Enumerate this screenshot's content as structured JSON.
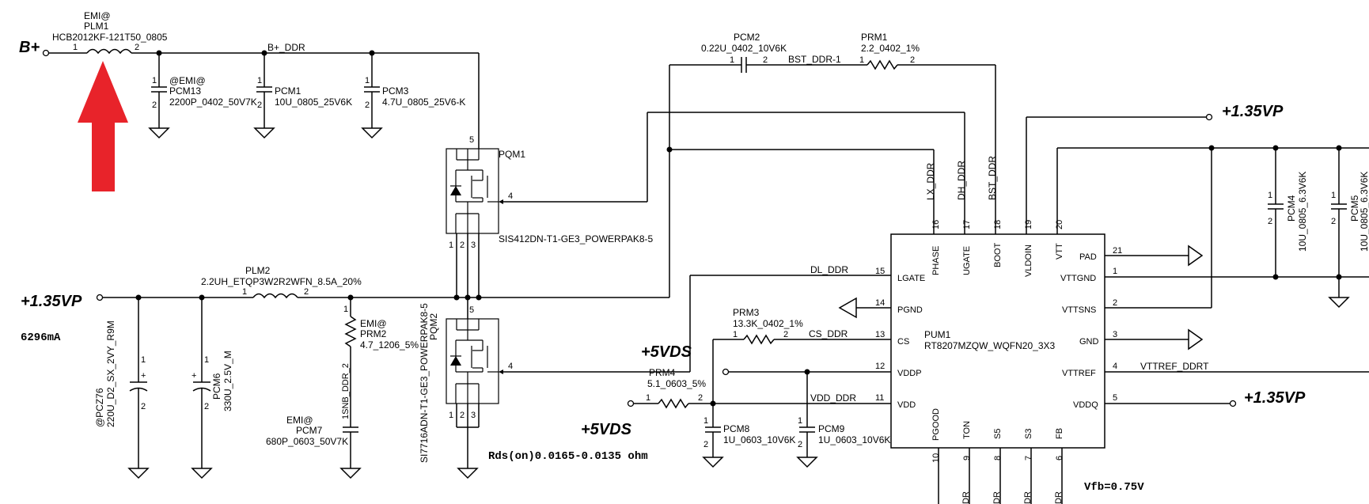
{
  "colors": {
    "wire": "#000000",
    "background": "#ffffff",
    "arrow": "#e8232a"
  },
  "power": {
    "b_plus": "B+",
    "vp_in": "+1.35VP",
    "vp_top": "+1.35VP",
    "vp_vddq": "+1.35VP",
    "vds_a": "+5VDS",
    "vds_b": "+5VDS"
  },
  "notes": {
    "current": "6296mA",
    "rds": "Rds(on)0.0165-0.0135 ohm",
    "vfb": "Vfb=0.75V"
  },
  "nets": {
    "bplus_ddr": "B+_DDR",
    "bst_ddr1": "BST_DDR-1",
    "lx_ddr": "LX_DDR",
    "dh_ddr": "DH_DDR",
    "bst_ddr": "BST_DDR",
    "dl_ddr": "DL_DDR",
    "cs_ddr": "CS_DDR",
    "vdd_ddr": "VDD_DDR",
    "vttref": "VTTREF_DDRT",
    "snb": "1SNB_DDR_2"
  },
  "parts": {
    "plm1": {
      "tag": "EMI@",
      "ref": "PLM1",
      "value": "HCB2012KF-121T50_0805",
      "p1": "1",
      "p2": "2"
    },
    "pcm13": {
      "tag": "@EMI@",
      "ref": "PCM13",
      "value": "2200P_0402_50V7K",
      "p1": "1",
      "p2": "2"
    },
    "pcm1": {
      "ref": "PCM1",
      "value": "10U_0805_25V6K",
      "p1": "1",
      "p2": "2"
    },
    "pcm3": {
      "ref": "PCM3",
      "value": "4.7U_0805_25V6-K",
      "p1": "1",
      "p2": "2"
    },
    "pcm2": {
      "ref": "PCM2",
      "value": "0.22U_0402_10V6K",
      "p1": "1",
      "p2": "2"
    },
    "prm1": {
      "ref": "PRM1",
      "value": "2.2_0402_1%",
      "p1": "1",
      "p2": "2"
    },
    "pqm1": {
      "ref": "PQM1",
      "value": "SIS412DN-T1-GE3_POWERPAK8-5",
      "d": "5",
      "g": "4",
      "s1": "1",
      "s2": "2",
      "s3": "3"
    },
    "pqm2": {
      "ref": "PQM2",
      "value": "SI7716ADN-T1-GE3_POWERPAK8-5",
      "d": "5",
      "g": "4",
      "s1": "1",
      "s2": "2",
      "s3": "3"
    },
    "plm2": {
      "ref": "PLM2",
      "value": "2.2UH_ETQP3W2R2WFN_8.5A_20%",
      "p1": "1",
      "p2": "2"
    },
    "prm2": {
      "tag": "EMI@",
      "ref": "PRM2",
      "value": "4.7_1206_5%",
      "p1": "1"
    },
    "pcm7": {
      "tag": "EMI@",
      "ref": "PCM7",
      "value": "680P_0603_50V7K"
    },
    "pcz76": {
      "ref": "@PCZ76",
      "value": "220U_D2_SX_2VY_R9M",
      "p1": "1",
      "p2": "2",
      "plus": "+"
    },
    "pcm6": {
      "ref": "PCM6",
      "value": "330U_2.5V_M",
      "p1": "1",
      "p2": "2",
      "plus": "+"
    },
    "prm3": {
      "ref": "PRM3",
      "value": "13.3K_0402_1%",
      "p1": "1",
      "p2": "2"
    },
    "prm4": {
      "ref": "PRM4",
      "value": "5.1_0603_5%",
      "p1": "1",
      "p2": "2"
    },
    "pcm8": {
      "ref": "PCM8",
      "value": "1U_0603_10V6K",
      "p1": "1",
      "p2": "2"
    },
    "pcm9": {
      "ref": "PCM9",
      "value": "1U_0603_10V6K",
      "p1": "1",
      "p2": "2"
    },
    "pcm4": {
      "ref": "PCM4",
      "value": "10U_0805_6.3V6K",
      "p1": "1",
      "p2": "2"
    },
    "pcm5": {
      "ref": "PCM5",
      "value": "10U_0805_6.3V6K",
      "p1": "1",
      "p2": "2"
    }
  },
  "ic": {
    "ref": "PUM1",
    "value": "RT8207MZQW_WQFN20_3X3",
    "top_pins": [
      {
        "num": "16",
        "name": "PHASE"
      },
      {
        "num": "17",
        "name": "UGATE"
      },
      {
        "num": "18",
        "name": "BOOT"
      },
      {
        "num": "19",
        "name": "VLDOIN"
      },
      {
        "num": "20",
        "name": "VTT"
      }
    ],
    "left_pins": [
      {
        "num": "15",
        "name": "LGATE"
      },
      {
        "num": "14",
        "name": "PGND"
      },
      {
        "num": "13",
        "name": "CS"
      },
      {
        "num": "12",
        "name": "VDDP"
      },
      {
        "num": "11",
        "name": "VDD"
      }
    ],
    "right_pins": [
      {
        "num": "21",
        "name": "PAD"
      },
      {
        "num": "1",
        "name": "VTTGND"
      },
      {
        "num": "2",
        "name": "VTTSNS"
      },
      {
        "num": "3",
        "name": "GND"
      },
      {
        "num": "4",
        "name": "VTTREF"
      },
      {
        "num": "5",
        "name": "VDDQ"
      }
    ],
    "bottom_pins": [
      {
        "num": "10",
        "name": "PGOOD"
      },
      {
        "num": "9",
        "name": "TON"
      },
      {
        "num": "8",
        "name": "S5"
      },
      {
        "num": "7",
        "name": "S3"
      },
      {
        "num": "6",
        "name": "FB"
      }
    ],
    "bottom_stub_text": "DR"
  }
}
